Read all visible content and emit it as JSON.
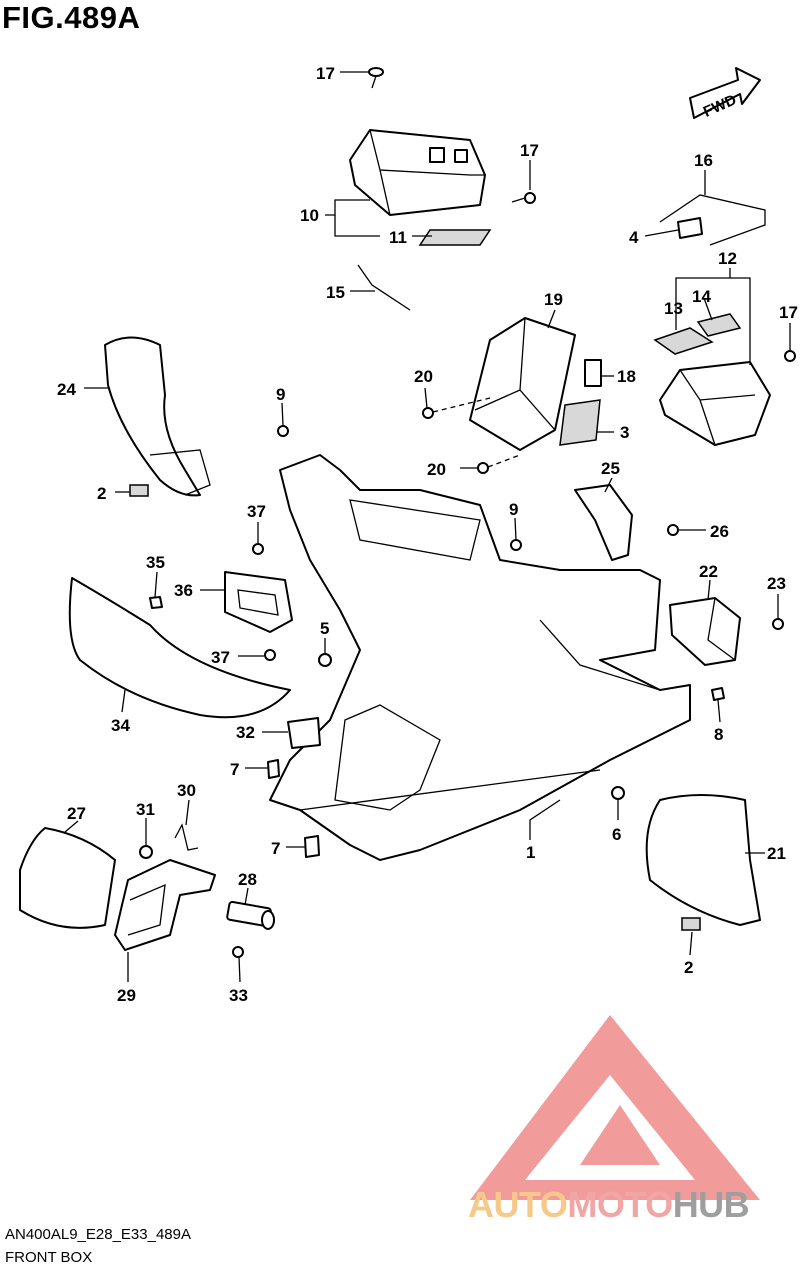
{
  "figure": {
    "title": "FIG.489A"
  },
  "fwd_marker": {
    "label": "FWD"
  },
  "callouts": [
    {
      "id": "c17a",
      "label": "17"
    },
    {
      "id": "c17b",
      "label": "17"
    },
    {
      "id": "c17c",
      "label": "17"
    },
    {
      "id": "c10",
      "label": "10"
    },
    {
      "id": "c11",
      "label": "11"
    },
    {
      "id": "c15",
      "label": "15"
    },
    {
      "id": "c16",
      "label": "16"
    },
    {
      "id": "c4",
      "label": "4"
    },
    {
      "id": "c12",
      "label": "12"
    },
    {
      "id": "c13",
      "label": "13"
    },
    {
      "id": "c14",
      "label": "14"
    },
    {
      "id": "c19",
      "label": "19"
    },
    {
      "id": "c18",
      "label": "18"
    },
    {
      "id": "c3",
      "label": "3"
    },
    {
      "id": "c20a",
      "label": "20"
    },
    {
      "id": "c20b",
      "label": "20"
    },
    {
      "id": "c24",
      "label": "24"
    },
    {
      "id": "c9a",
      "label": "9"
    },
    {
      "id": "c9b",
      "label": "9"
    },
    {
      "id": "c2a",
      "label": "2"
    },
    {
      "id": "c25",
      "label": "25"
    },
    {
      "id": "c26",
      "label": "26"
    },
    {
      "id": "c37a",
      "label": "37"
    },
    {
      "id": "c37b",
      "label": "37"
    },
    {
      "id": "c35",
      "label": "35"
    },
    {
      "id": "c36",
      "label": "36"
    },
    {
      "id": "c22",
      "label": "22"
    },
    {
      "id": "c23",
      "label": "23"
    },
    {
      "id": "c5",
      "label": "5"
    },
    {
      "id": "c34",
      "label": "34"
    },
    {
      "id": "c8",
      "label": "8"
    },
    {
      "id": "c32",
      "label": "32"
    },
    {
      "id": "c7a",
      "label": "7"
    },
    {
      "id": "c7b",
      "label": "7"
    },
    {
      "id": "c30",
      "label": "30"
    },
    {
      "id": "c27",
      "label": "27"
    },
    {
      "id": "c31",
      "label": "31"
    },
    {
      "id": "c6",
      "label": "6"
    },
    {
      "id": "c1",
      "label": "1"
    },
    {
      "id": "c21",
      "label": "21"
    },
    {
      "id": "c28",
      "label": "28"
    },
    {
      "id": "c2b",
      "label": "2"
    },
    {
      "id": "c29",
      "label": "29"
    },
    {
      "id": "c33",
      "label": "33"
    }
  ],
  "footer": {
    "code": "AN400AL9_E28_E33_489A",
    "name": "FRONT BOX"
  },
  "watermark": {
    "text_part1": "AUTO",
    "text_part2": "MOTO",
    "text_part3": "HUB"
  },
  "colors": {
    "watermark_red": "#f08a8a",
    "watermark_orange": "#f6c98a",
    "watermark_gray": "#9e9e9e"
  }
}
